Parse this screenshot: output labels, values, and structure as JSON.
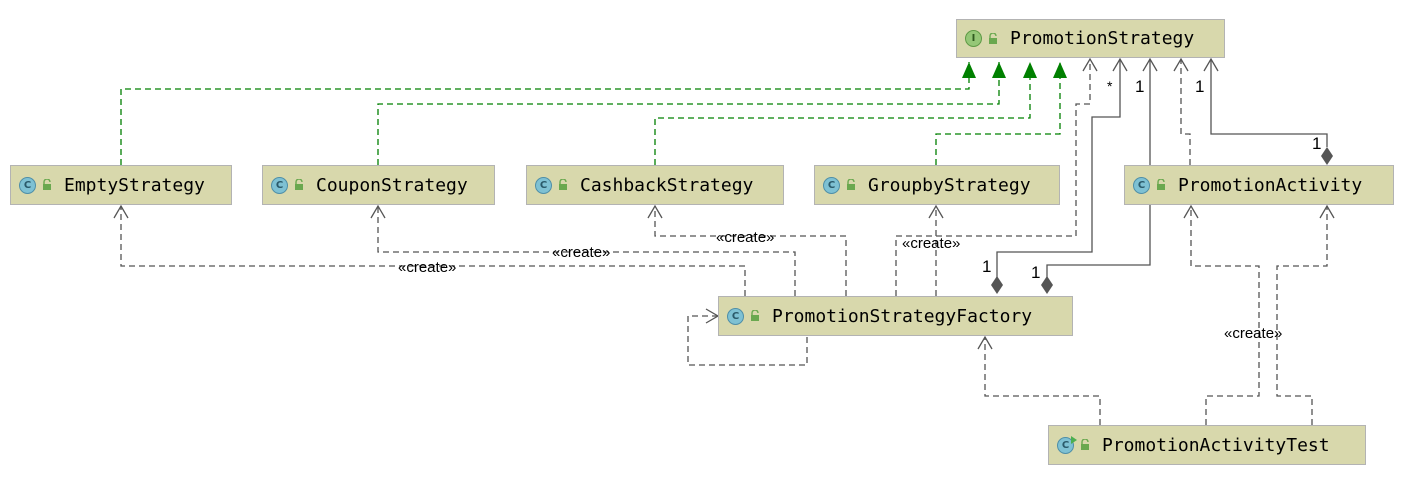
{
  "diagram": {
    "nodes": {
      "promotion_strategy": {
        "name": "PromotionStrategy",
        "kind": "interface",
        "icon_letter": "I"
      },
      "empty_strategy": {
        "name": "EmptyStrategy",
        "kind": "class",
        "icon_letter": "C"
      },
      "coupon_strategy": {
        "name": "CouponStrategy",
        "kind": "class",
        "icon_letter": "C"
      },
      "cashback_strategy": {
        "name": "CashbackStrategy",
        "kind": "class",
        "icon_letter": "C"
      },
      "groupby_strategy": {
        "name": "GroupbyStrategy",
        "kind": "class",
        "icon_letter": "C"
      },
      "promotion_activity": {
        "name": "PromotionActivity",
        "kind": "class",
        "icon_letter": "C"
      },
      "promotion_strategy_factory": {
        "name": "PromotionStrategyFactory",
        "kind": "class",
        "icon_letter": "C"
      },
      "promotion_activity_test": {
        "name": "PromotionActivityTest",
        "kind": "test-class",
        "icon_letter": "C"
      }
    },
    "labels": {
      "create_empty": "«create»",
      "create_coupon": "«create»",
      "create_cashback": "«create»",
      "create_groupby": "«create»",
      "create_activity": "«create»",
      "mult_factory_star": "*",
      "mult_factory_1": "1",
      "mult_activity_1": "1",
      "mult_activity_end_1": "1",
      "mult_diamond_a": "1",
      "mult_diamond_b": "1"
    },
    "colors": {
      "node_fill": "#d8d8ac",
      "node_border": "#b3b3b3",
      "realization": "#008000",
      "dependency": "#555555",
      "composition": "#555555"
    }
  }
}
